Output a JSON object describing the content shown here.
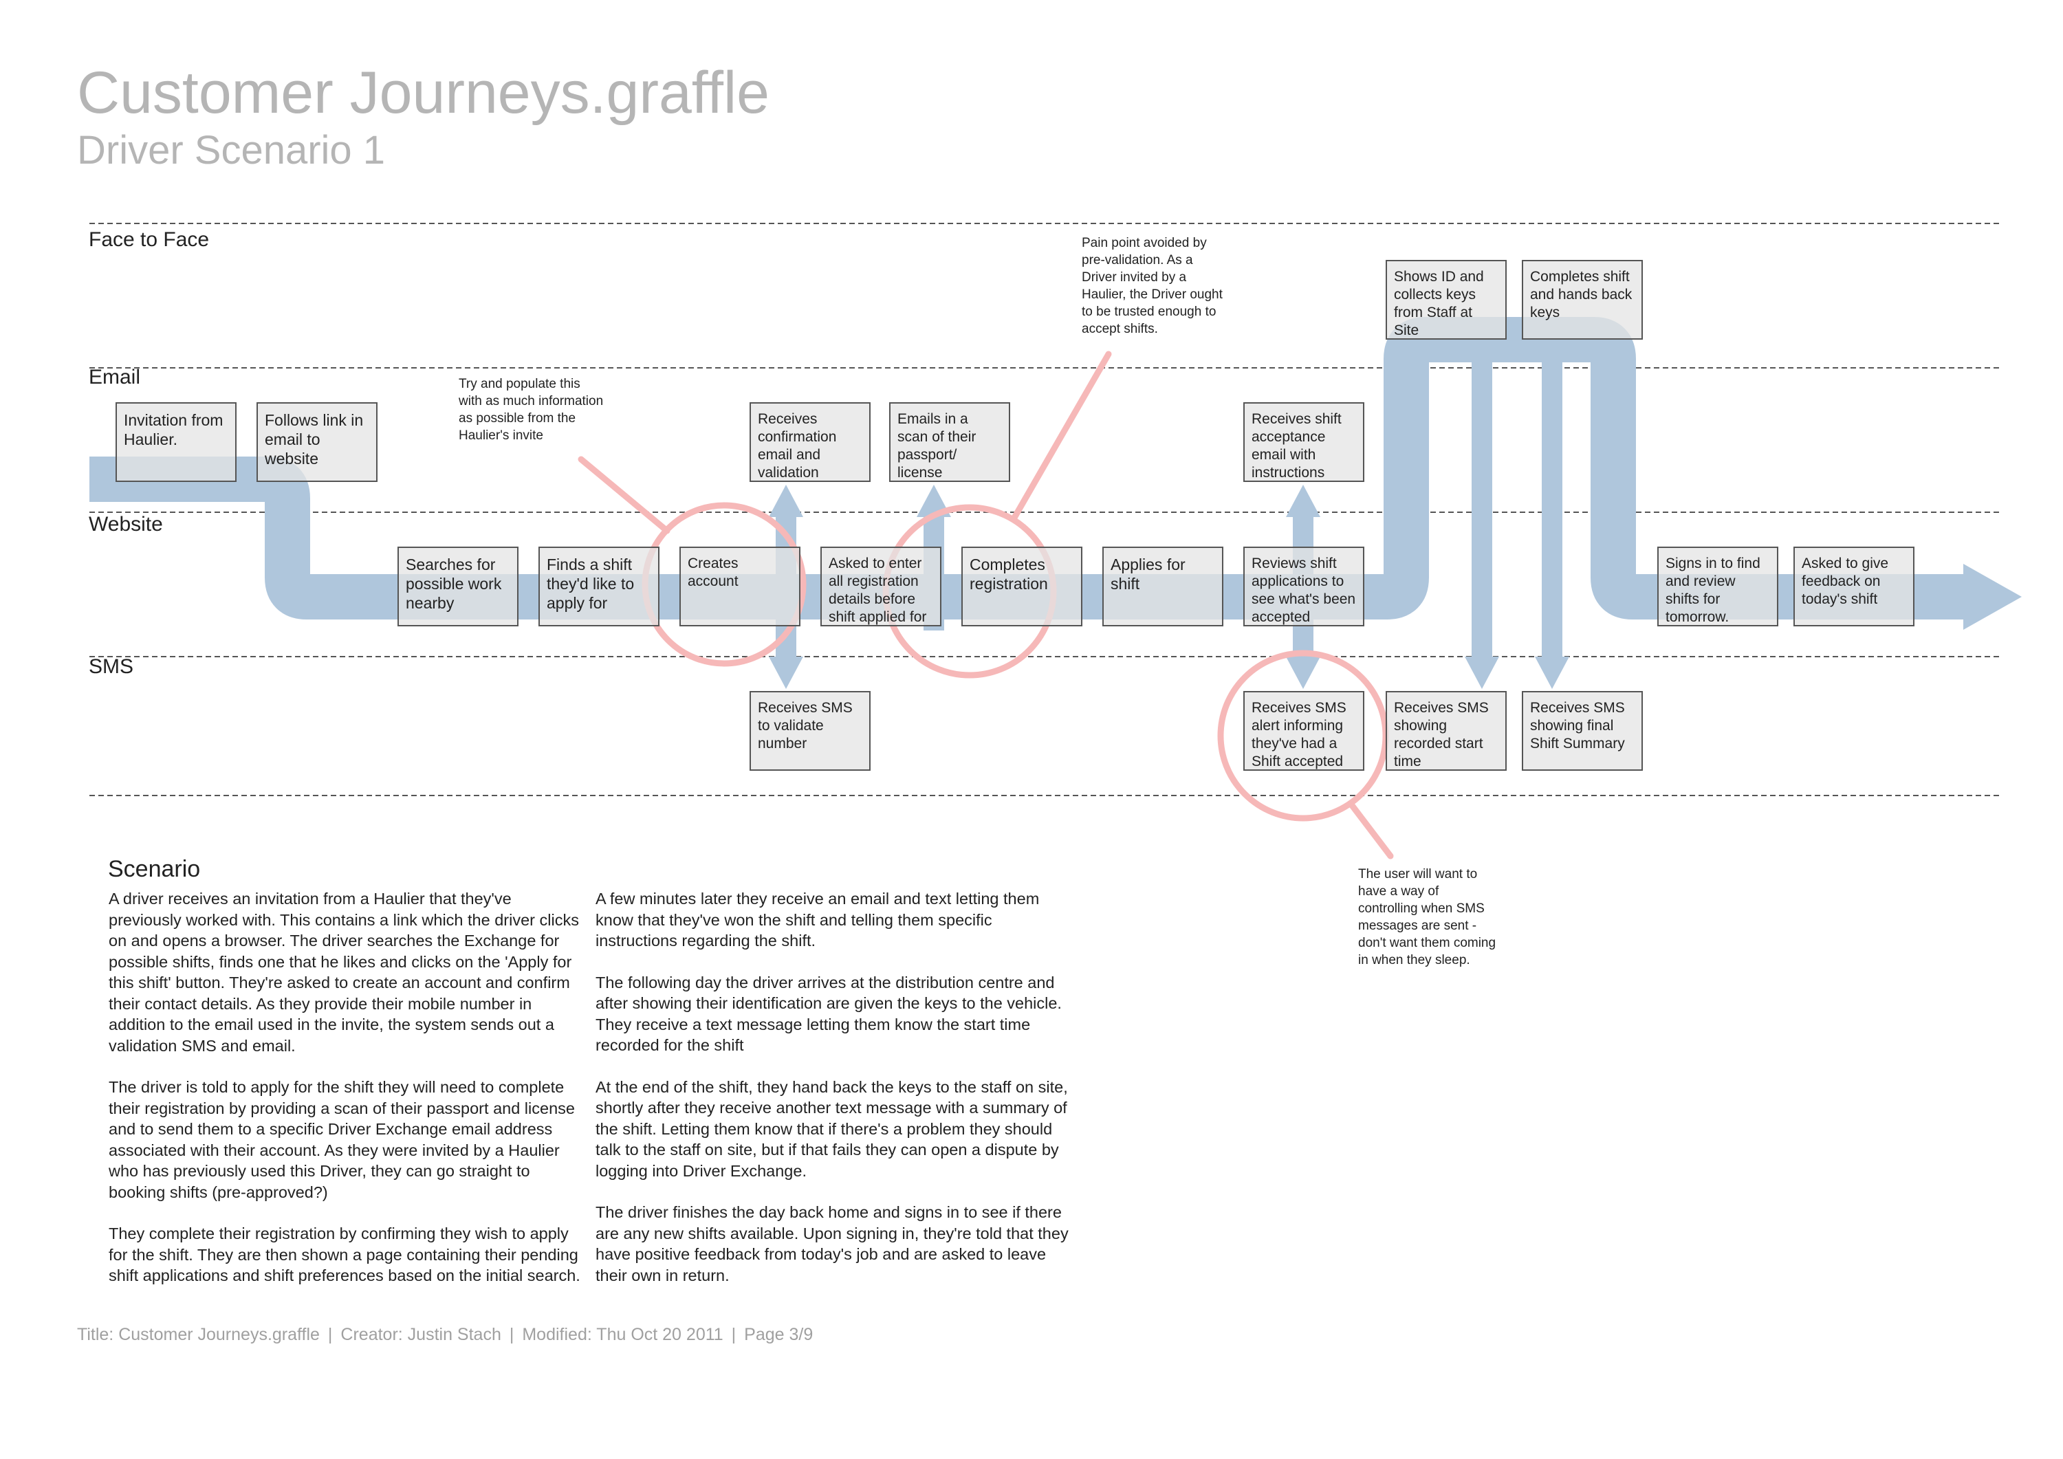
{
  "header": {
    "title": "Customer Journeys.graffle",
    "subtitle": "Driver Scenario 1"
  },
  "lanes": [
    "Face to Face",
    "Email",
    "Website",
    "SMS"
  ],
  "steps": [
    {
      "id": "s1",
      "text": "Invitation from Haulier."
    },
    {
      "id": "s2",
      "text": "Follows link in email to website"
    },
    {
      "id": "s3",
      "text": "Searches for possible work nearby"
    },
    {
      "id": "s4",
      "text": "Finds a shift they'd like to apply for"
    },
    {
      "id": "s5",
      "text": "Creates account"
    },
    {
      "id": "s6",
      "text": "Receives confirmation email and validation"
    },
    {
      "id": "s7",
      "text": "Receives SMS to validate number"
    },
    {
      "id": "s8",
      "text": "Asked to enter all registration details before shift applied for"
    },
    {
      "id": "s9",
      "text": "Emails in a scan of their passport/ license"
    },
    {
      "id": "s10",
      "text": "Completes registration"
    },
    {
      "id": "s11",
      "text": "Applies for shift"
    },
    {
      "id": "s12",
      "text": "Reviews shift applications to see what's been accepted"
    },
    {
      "id": "s13",
      "text": "Receives shift acceptance email with instructions"
    },
    {
      "id": "s14",
      "text": "Receives SMS alert informing they've had a Shift accepted"
    },
    {
      "id": "s15",
      "text": "Shows ID and collects keys from Staff at Site"
    },
    {
      "id": "s16",
      "text": "Receives SMS showing recorded start time"
    },
    {
      "id": "s17",
      "text": "Completes shift and hands back keys"
    },
    {
      "id": "s18",
      "text": "Receives SMS showing final Shift Summary"
    },
    {
      "id": "s19",
      "text": "Signs in to find and review shifts for tomorrow."
    },
    {
      "id": "s20",
      "text": "Asked to give feedback on today's shift"
    }
  ],
  "notes": {
    "populate": "Try and populate this with as much information as possible from the Haulier's invite",
    "pain_point": "Pain point avoided by pre-validation. As a Driver invited by a Haulier, the Driver ought to be trusted enough to accept shifts.",
    "sms_control": "The user will want to have a way of controlling when SMS messages are sent - don't want them coming in when they sleep."
  },
  "scenario": {
    "heading": "Scenario",
    "left": [
      "A driver receives an invitation from a Haulier that they've previously worked with. This contains a link which the driver clicks on and opens a browser. The driver searches the Exchange for possible shifts, finds one that he likes and clicks on the 'Apply for this shift' button. They're asked to create an account and confirm their contact details. As they provide their mobile number in addition to the email used in the invite, the system sends out a validation SMS and email.",
      "The driver is told to apply for the shift they will need to complete their registration by providing a scan of their passport and license and to send them to a specific Driver Exchange email address associated with their account. As they were invited by a Haulier who has previously used this Driver, they can go straight to booking shifts (pre-approved?)",
      "They complete their registration by confirming they wish to apply for the shift. They are then shown a page containing their pending shift applications and shift preferences based on the initial search."
    ],
    "right": [
      "A few minutes later they receive an email and text letting them know that they've won the shift and telling them specific instructions regarding the shift.",
      "The following day the driver arrives at the distribution centre and after showing their identification are given the keys to the vehicle. They receive a text message letting them know the start time recorded for the shift",
      "At the end of the shift, they hand back the keys to the staff on site, shortly after they receive another text message with a summary of the shift. Letting them know that if there's a problem they should talk to the staff on site, but if that fails they can open a dispute by logging into Driver Exchange.",
      "The driver finishes the day back home and signs in to see if there are any new shifts available. Upon signing in, they're told that they have positive feedback from today's job and are asked to leave their own in return."
    ]
  },
  "footer": {
    "title": "Title: Customer Journeys.graffle",
    "creator": "Creator: Justin Stach",
    "modified": "Modified: Thu Oct 20 2011",
    "page": "Page 3/9",
    "separator": "|"
  },
  "colors": {
    "flow": "#afc6dc",
    "highlight": "#f6b8b8",
    "box_fill": "#e4e4e4",
    "box_border": "#555555",
    "title": "#b5b5b5",
    "lane_line": "#555555"
  }
}
